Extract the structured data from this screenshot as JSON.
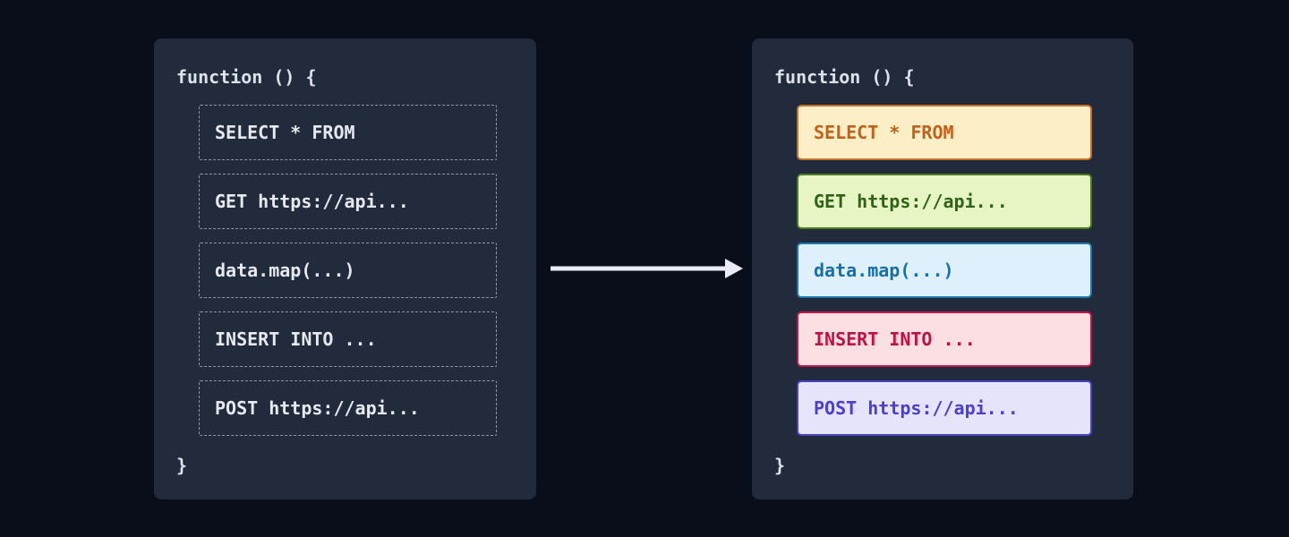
{
  "left_panel": {
    "header": "function () {",
    "footer": "}",
    "blocks": [
      {
        "label": "SELECT * FROM"
      },
      {
        "label": "GET https://api..."
      },
      {
        "label": "data.map(...)"
      },
      {
        "label": "INSERT INTO ..."
      },
      {
        "label": "POST https://api..."
      }
    ]
  },
  "right_panel": {
    "header": "function () {",
    "footer": "}",
    "blocks": [
      {
        "label": "SELECT * FROM",
        "bg": "#fcefc5",
        "border": "#c77029",
        "text": "#c2611b"
      },
      {
        "label": "GET https://api...",
        "bg": "#e6f5c3",
        "border": "#4a7a21",
        "text": "#2f6415"
      },
      {
        "label": "data.map(...)",
        "bg": "#def0fc",
        "border": "#2278ae",
        "text": "#156fa8"
      },
      {
        "label": "INSERT INTO ...",
        "bg": "#fcdfe3",
        "border": "#c21747",
        "text": "#c40f42"
      },
      {
        "label": "POST https://api...",
        "bg": "#e5e4fb",
        "border": "#4b42cb",
        "text": "#4a3fd0"
      }
    ]
  },
  "arrow": {
    "color": "#e9ecf2"
  },
  "colors": {
    "page_bg": "#0a0e1a",
    "panel_bg": "#212b3b",
    "dashed_border": "#8e96a5",
    "code_text": "#e6e9ef"
  }
}
